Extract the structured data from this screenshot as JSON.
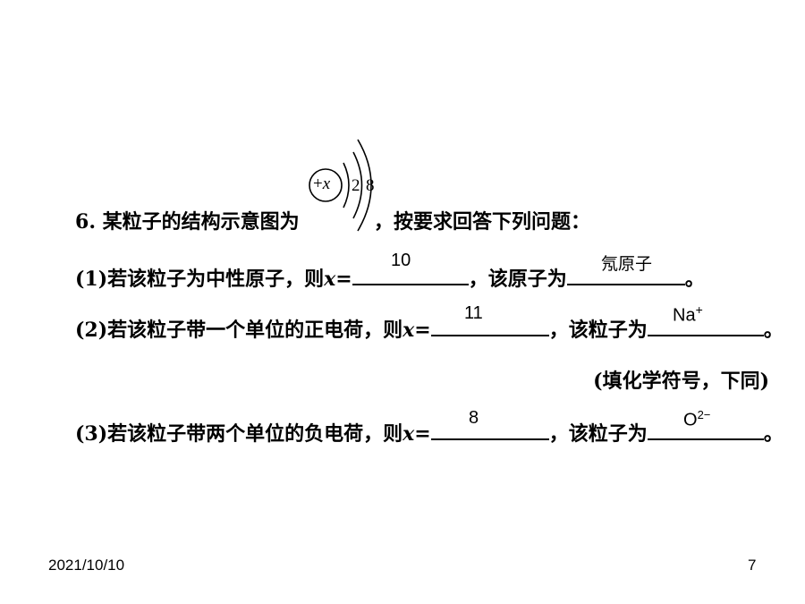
{
  "question": {
    "number": "6",
    "number_dot": ".",
    "intro_before": "某粒子的结构示意图为",
    "intro_after": "，按要求回答下列问题：",
    "diagram": {
      "nucleus_sign": "+",
      "nucleus_var": "x",
      "shell_1": "2",
      "shell_2": "8"
    },
    "parts": [
      {
        "label": "(1)",
        "text_a": "若该粒子为中性原子，则",
        "var": "x",
        "eq": "=",
        "answer_x": "10",
        "text_b": "，该原子为",
        "answer_particle": "氖原子",
        "end": "。"
      },
      {
        "label": "(2)",
        "text_a": "若该粒子带一个单位的正电荷，则",
        "var": "x",
        "eq": "=",
        "answer_x": "11",
        "text_b": "，该粒子为",
        "answer_particle": "Na",
        "answer_charge": "+",
        "end": "。"
      },
      {
        "label": "(3)",
        "text_a": "若该粒子带两个单位的负电荷，则",
        "var": "x",
        "eq": "=",
        "answer_x": "8",
        "text_b": "，该粒子为",
        "answer_particle": "O",
        "answer_charge": "2−",
        "end": "。"
      }
    ],
    "note": "(填化学符号，下同)"
  },
  "footer": {
    "date": "2021/10/10",
    "page": "7"
  }
}
